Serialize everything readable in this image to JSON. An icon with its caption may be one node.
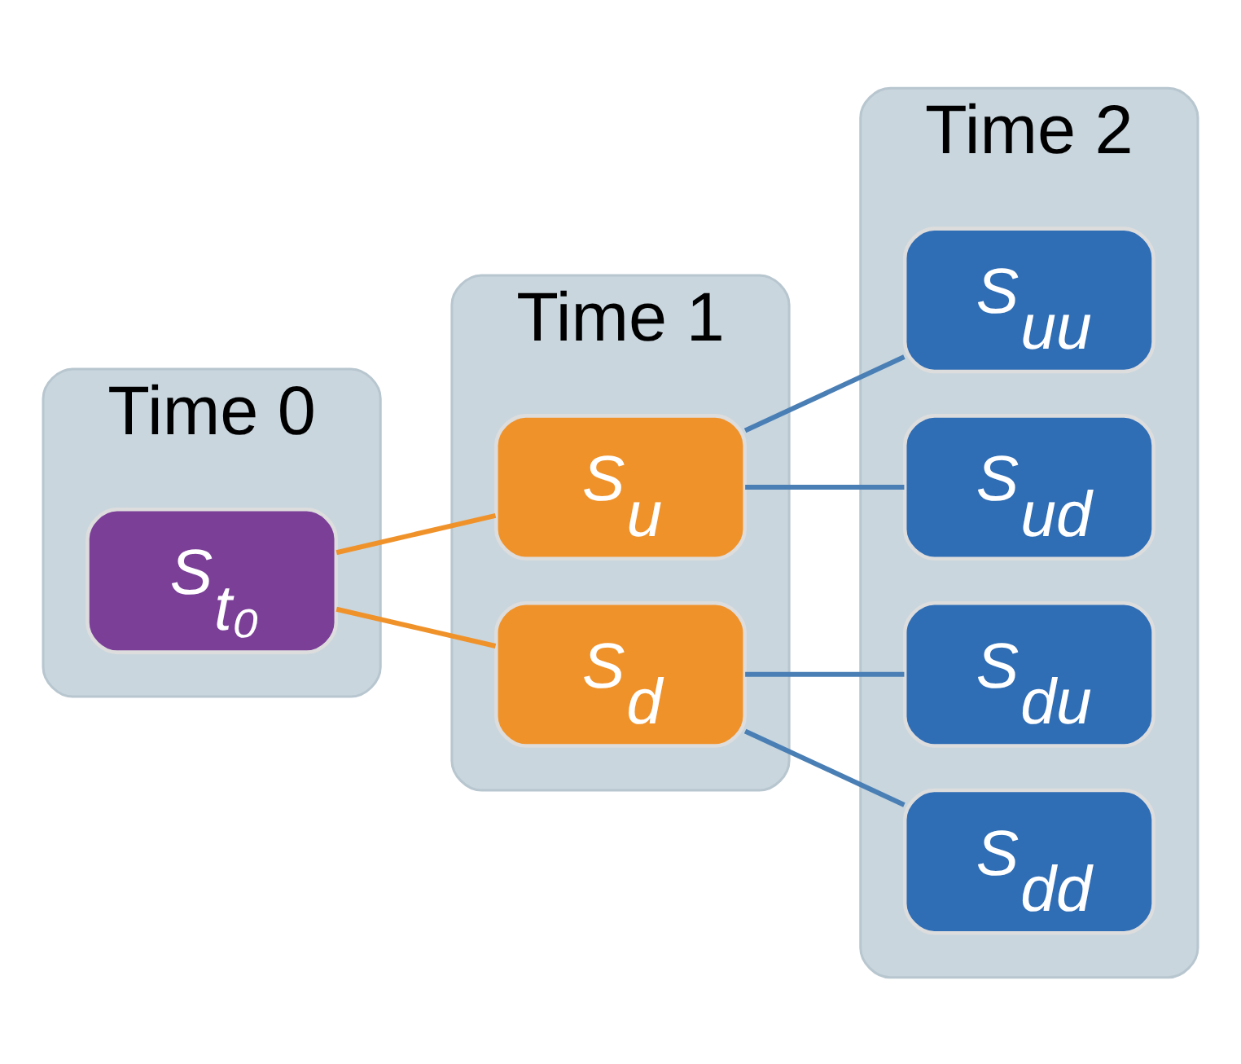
{
  "diagram": {
    "nodes": [
      {
        "text": [
          "Time 0"
        ]
      },
      {
        "text": [
          "S$_{t₀}$"
        ],
        "in": 0
      },
      {
        "text": [
          "Time 1"
        ]
      },
      {
        "text": [
          "S$_{u}$"
        ],
        "in": 2
      },
      {
        "text": [
          "S$_{d}$"
        ],
        "in": 2
      },
      {
        "text": [
          "Time 2"
        ]
      },
      {
        "text": [
          "S$_{uu}$"
        ],
        "in": 5
      },
      {
        "text": [
          "S$_{ud}$"
        ],
        "in": 5
      },
      {
        "text": [
          "S$_{du}$"
        ],
        "in": 5
      },
      {
        "text": [
          "S$_{dd}$"
        ],
        "in": 5
      }
    ],
    "edges": [
      {
        "from": 1,
        "to": 3,
        "arrow": "none",
        "color": "#f0922a"
      },
      {
        "from": 1,
        "to": 4,
        "arrow": "none",
        "color": "#f0922a"
      },
      {
        "from": 3,
        "to": 6,
        "arrow": "none"
      },
      {
        "from": 3,
        "to": 7,
        "arrow": "none"
      },
      {
        "from": 4,
        "to": 8,
        "arrow": "none"
      },
      {
        "from": 4,
        "to": 9,
        "arrow": "none"
      }
    ]
  }
}
